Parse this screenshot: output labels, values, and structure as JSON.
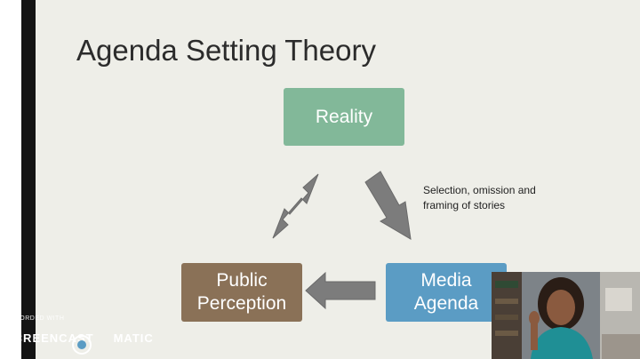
{
  "slide": {
    "title": "Agenda Setting Theory",
    "boxes": {
      "reality": "Reality",
      "public_perception": "Public\nPerception",
      "media_agenda": "Media\nAgenda"
    },
    "annotation": "Selection, omission and framing of stories"
  },
  "watermark": {
    "recorded_with": "RECORDED WITH",
    "brand_left": "SCREENCAST",
    "brand_right": "MATIC"
  },
  "colors": {
    "background": "#eeeee8",
    "left_stripe": "#141414",
    "reality_box": "#82b899",
    "public_box": "#8a7157",
    "media_box": "#5b9cc4",
    "arrow": "#7c7c7c"
  }
}
